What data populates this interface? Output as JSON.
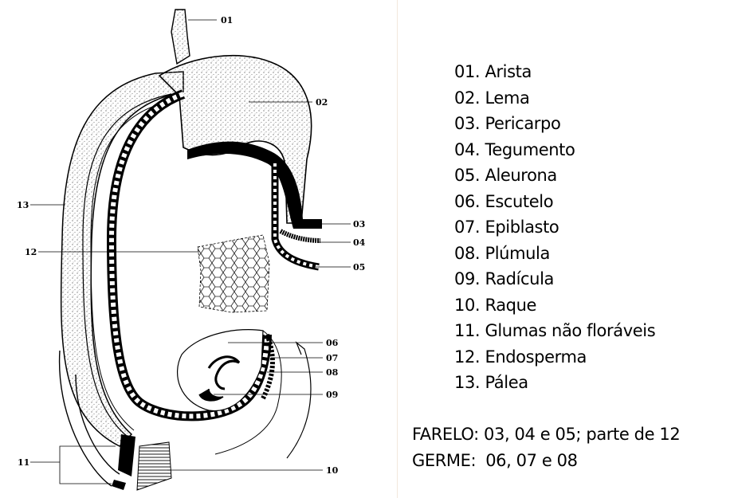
{
  "callouts": [
    "01",
    "02",
    "03",
    "04",
    "05",
    "06",
    "07",
    "08",
    "09",
    "10",
    "11",
    "12",
    "13"
  ],
  "legend": [
    "01. Arista",
    "02. Lema",
    "03. Pericarpo",
    "04. Tegumento",
    "05. Aleurona",
    "06. Escutelo",
    "07. Epiblasto",
    "08. Plúmula",
    "09. Radícula",
    "10. Raque",
    "11. Glumas não floráveis",
    "12. Endosperma",
    "13. Pálea"
  ],
  "notes": {
    "farelo_label": "FARELO:",
    "farelo_value": "03, 04 e 05; parte de 12",
    "germe_label": "GERME:",
    "germe_value": "06, 07 e 08"
  },
  "colors": {
    "ink": "#000000",
    "stipple": "#7a7a7a",
    "divider": "#f2e7dc"
  }
}
